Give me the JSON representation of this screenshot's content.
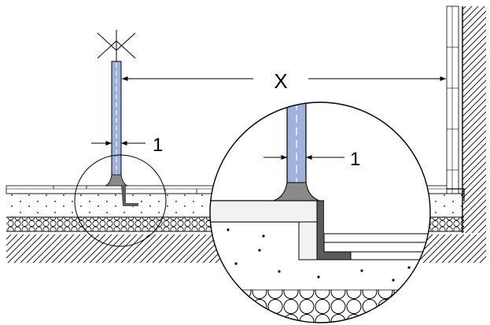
{
  "labels": {
    "distance": "X",
    "gap_main": "1",
    "gap_detail": "1"
  },
  "colors": {
    "glass": "#9fb2dc",
    "sealant": "#8a8a8a",
    "membrane": "#5a5a5a",
    "screed": "#f2f2f2",
    "line": "#000000"
  }
}
